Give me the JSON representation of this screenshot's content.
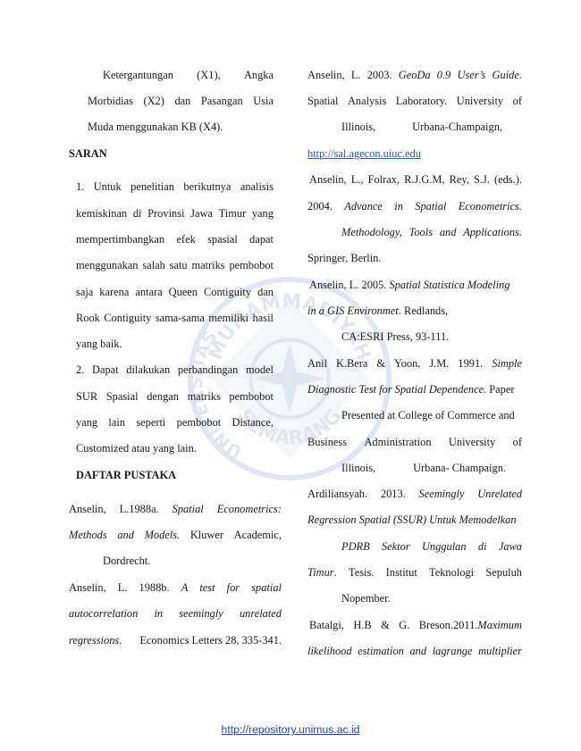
{
  "left_column": {
    "intro_line1": [
      "Ketergantungan",
      "(X1),",
      "Angka"
    ],
    "intro_line2": [
      "Morbidias",
      "(X2)",
      "dan",
      "Pasangan",
      "Usia"
    ],
    "intro_line3": "Muda menggunakan KB  (X4).",
    "saran_heading": "SARAN",
    "saran_1": [
      [
        "1.",
        "Untuk",
        "penelitian",
        "berikutnya",
        "analisis"
      ],
      [
        "kemiskinan",
        "di",
        "Provinsi",
        "Jawa",
        "Timur",
        "yang"
      ],
      [
        "mempertimbangkan",
        "efek",
        "spasial",
        "dapat"
      ],
      [
        "menggunakan",
        "salah",
        "satu",
        "matriks",
        "pembobot"
      ],
      [
        "saja",
        "karena",
        "antara",
        "Queen",
        "Contiguity",
        "dan"
      ],
      [
        "Rook",
        "Contiguity",
        "sama-sama",
        "memiliki",
        "hasil"
      ],
      "yang  baik."
    ],
    "saran_2": [
      [
        "2.",
        "Dapat",
        "dilakukan",
        "perbandingan",
        "model"
      ],
      [
        "SUR",
        "Spasial",
        "dengan",
        "matriks",
        "pembobot"
      ],
      [
        "yang",
        "lain",
        "seperti",
        "pembobot",
        "Distance,"
      ],
      "Customized atau yang lain."
    ],
    "daftar_heading": "DAFTAR PUSTAKA",
    "ref_anselin_1988a": {
      "line1_plain": [
        "Anselin,",
        "L.1988a."
      ],
      "line1_italic": [
        "Spatial",
        "Econometrics:"
      ],
      "line2_italic": [
        "Methods",
        "and",
        "Models."
      ],
      "line2_plain": [
        "Kluwer",
        "Academic,"
      ],
      "line3": "Dordrecht."
    },
    "ref_anselin_1988b": {
      "line1_plain": [
        "Anselin,",
        "L.",
        "1988b."
      ],
      "line1_italic": [
        "A",
        "test",
        "for",
        "spatial"
      ],
      "line2_italic": [
        "autocorrelation",
        "in",
        "seemingly",
        "unrelated"
      ],
      "line3_italic": "regressions.",
      "line3_plain": "Economics Letters 28, 335-341."
    }
  },
  "right_column": {
    "ref_anselin_2003": {
      "line1_plain": [
        "Anselin,",
        "L.",
        "2003."
      ],
      "line1_italic": [
        "GeoDa",
        "0.9",
        "User’s",
        "Guide."
      ],
      "line2": [
        "Spatial",
        "Analysis",
        "Laboratory.",
        "University",
        "of"
      ],
      "line3": [
        "Illinois,",
        "Urbana-Champaign,"
      ],
      "link": "http://sal.agecon.uiuc.edu"
    },
    "ref_anselin_2004": {
      "line1": [
        "Anselin,",
        "L.,",
        "Folrax,",
        "R.J.G.M,",
        "Rey,",
        "S.J.",
        "(eds.)."
      ],
      "line2_plain": "2004.",
      "line2_italic": [
        "Advance",
        "in",
        "Spatial",
        "Econometrics."
      ],
      "line3_italic": [
        "Methodology,",
        "Tools",
        "and",
        "Applications."
      ],
      "line4": "Springer, Berlin."
    },
    "ref_anselin_2005": {
      "line1_plain": "Anselin, L. 2005.",
      "line1_italic": "Spatial Statistica Modeling",
      "line2_italic": "in a GIS Environmet",
      "line2_plain": ". Redlands,",
      "line3": "CA:ESRI Press, 93-111."
    },
    "ref_anil_1991": {
      "line1_plain": [
        "Anil",
        "K.Bera",
        "&",
        "Yoon,",
        "J.M.",
        "1991."
      ],
      "line1_italic": [
        "Simple"
      ],
      "line2_italic": "Diagnostic Test for Spatial Dependence.",
      "line2_plain": " Paper",
      "line3": "Presented at College of Commerce and",
      "line4": [
        "Business",
        "Administration",
        "University",
        "of"
      ],
      "line5": [
        "Illinois,",
        "Urbana- Champaign."
      ]
    },
    "ref_ardiliansyah_2013": {
      "line1_plain": [
        "Ardiliansyah.",
        "2013."
      ],
      "line1_italic": [
        "Seemingly",
        "Unrelated"
      ],
      "line2_italic": "Regression Spatial (SSUR) Untuk Memodelkan",
      "line3_italic": [
        "PDRB",
        "Sektor",
        "Unggulan",
        "di",
        "Jawa"
      ],
      "line4_italic": "Timur",
      "line4_plain": [
        ".",
        "Tesis.",
        "Institut",
        "Teknologi",
        "Sepuluh"
      ],
      "line5": "Nopember."
    },
    "ref_batalgi_2011": {
      "line1_plain": [
        "Batalgi,",
        "H.B",
        "&",
        "G.",
        "Breson.2011."
      ],
      "line1_italic": [
        "Maximum"
      ],
      "line2_italic": [
        "likelihood",
        "estimation",
        "and",
        "lagrange",
        "multiplier"
      ]
    }
  },
  "watermark": {
    "text_top": "MUHAMMADIYAH",
    "text_left": "UNIVERSITAS",
    "text_bottom": "SEMARANG",
    "color": "#4a6fb5"
  },
  "footer": {
    "url": "http://repository.unimus.ac.id"
  }
}
